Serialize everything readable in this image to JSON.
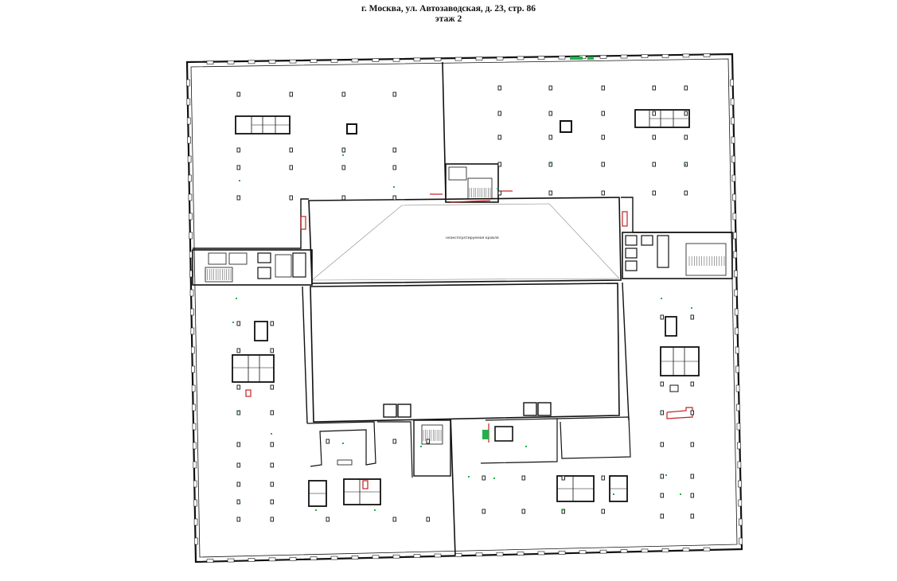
{
  "header": {
    "address": "г. Москва, ул. Автозаводская, д. 23, стр. 86",
    "floor": "этаж 2"
  },
  "plan": {
    "courtyard_label": "неэксплуатируемая кровля",
    "colors": {
      "wall": "#111111",
      "accent_green": "#22b14c",
      "accent_red": "#c62020",
      "background": "#ffffff"
    }
  }
}
